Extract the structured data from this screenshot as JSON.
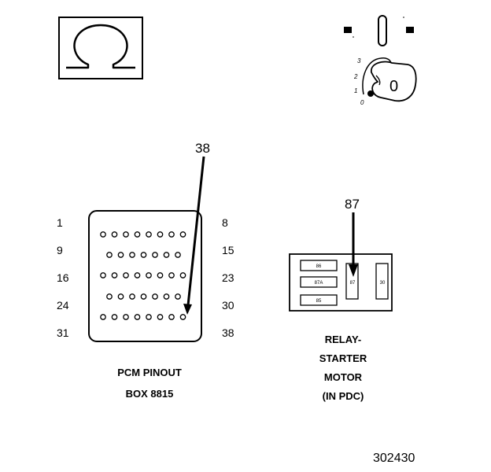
{
  "callouts": {
    "pcm_pin": "38",
    "relay_pin": "87"
  },
  "pcm": {
    "row_left_labels": [
      "1",
      "9",
      "16",
      "24",
      "31"
    ],
    "row_right_labels": [
      "8",
      "15",
      "23",
      "30",
      "38"
    ],
    "pin_rows": [
      8,
      7,
      8,
      7,
      8
    ],
    "caption_line1": "PCM PINOUT",
    "caption_line2": "BOX 8815"
  },
  "relay": {
    "terminals": [
      "86",
      "87A",
      "85",
      "87",
      "30"
    ],
    "caption_line1": "RELAY-",
    "caption_line2": "STARTER",
    "caption_line3": "MOTOR",
    "caption_line4": "(IN PDC)"
  },
  "ignition": {
    "positions": [
      "3",
      "2",
      "1",
      "0"
    ],
    "key_label": "0"
  },
  "figure_number": "302430",
  "icons": [
    "ohm-meter-icon",
    "ignition-switch-icon",
    "ignition-key-icon"
  ]
}
